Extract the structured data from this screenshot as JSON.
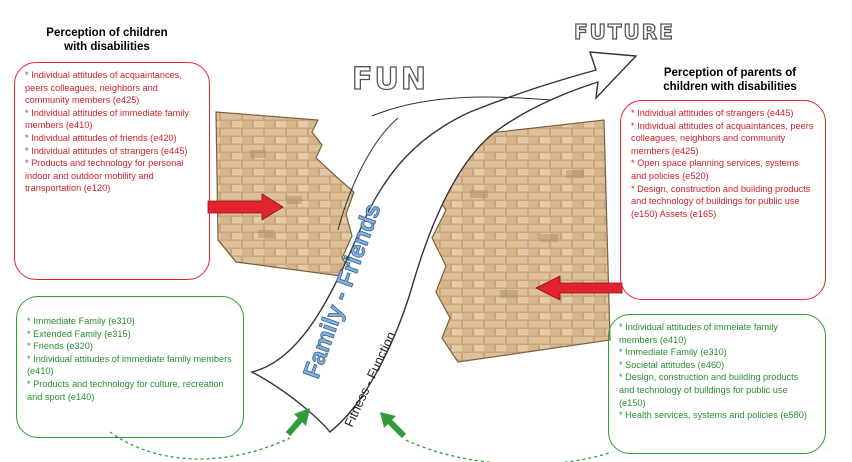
{
  "labels": {
    "fun": "FUN",
    "future": "FUTURE",
    "family_friends": "Family - Friends",
    "fitness_function": "Fitness - Function"
  },
  "children_perception": {
    "title_line1": "Perception of children",
    "title_line2": "with disabilities",
    "barriers": [
      "Individual attitudes of acquaintances, peers colleagues, neighbors and community members (e425)",
      "Individual attitudes of immediate family members (e410)",
      "Individual attitudes of friends (e420)",
      "Individual attitudes of strangers (e445)",
      "Products and technology for personal indoor and outdoor mobility and transportation (e120)"
    ],
    "facilitators": [
      "Immediate Family (e310)",
      "Extended Family (e315)",
      "Friends (e320)",
      "Individual attitudes of immediate family members (e410)",
      "Products and technology for culture, recreation and sport (e140)"
    ]
  },
  "parents_perception": {
    "title_line1": "Perception of parents of",
    "title_line2": "children with disabilities",
    "barriers": [
      "Individual attitudes of strangers (e445)",
      "Individual attitudes of acquaintances, peers colleagues, neighbors and community members (e425)",
      "Open space planning services, systems and policies (e520)",
      "Design, construction and building products and technology of buildings for public use (e150) Assets (e165)"
    ],
    "facilitators": [
      "Individual attitudes of immeiate family members (e410)",
      "Immediate Family (e310)",
      "Societal attitudes (e460)",
      "Design, construction and building products and technology of buildings for public use (e150)",
      "Health services, systems and policies (e580)"
    ]
  },
  "colors": {
    "barrier": "#e2242c",
    "facilitator": "#2f9b3a",
    "brick": "#d9b98e",
    "road_text": "#7fb0e0"
  }
}
